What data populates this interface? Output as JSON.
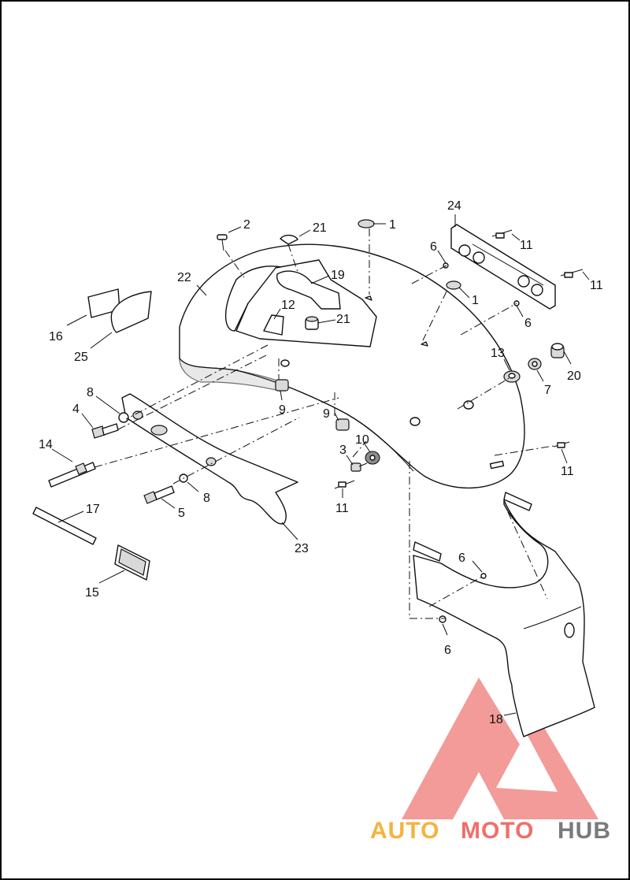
{
  "callouts": {
    "c1a": "1",
    "c1b": "1",
    "c2": "2",
    "c3": "3",
    "c4": "4",
    "c5": "5",
    "c6a": "6",
    "c6b": "6",
    "c6c": "6",
    "c6d": "6",
    "c7": "7",
    "c8a": "8",
    "c8b": "8",
    "c9a": "9",
    "c9b": "9",
    "c10": "10",
    "c11a": "11",
    "c11b": "11",
    "c11c": "11",
    "c11d": "11",
    "c12": "12",
    "c13": "13",
    "c14": "14",
    "c15": "15",
    "c16": "16",
    "c17": "17",
    "c18": "18",
    "c19": "19",
    "c20": "20",
    "c21a": "21",
    "c21b": "21",
    "c22": "22",
    "c23": "23",
    "c24": "24",
    "c25": "25"
  },
  "watermark": {
    "part1": "AUTO",
    "part2": "MOTO",
    "part3": "HUB",
    "color_orange": "#f5b33c",
    "color_red": "#ef6f6a",
    "color_gray": "#7a7a7a",
    "logo_color": "#f08a86"
  }
}
